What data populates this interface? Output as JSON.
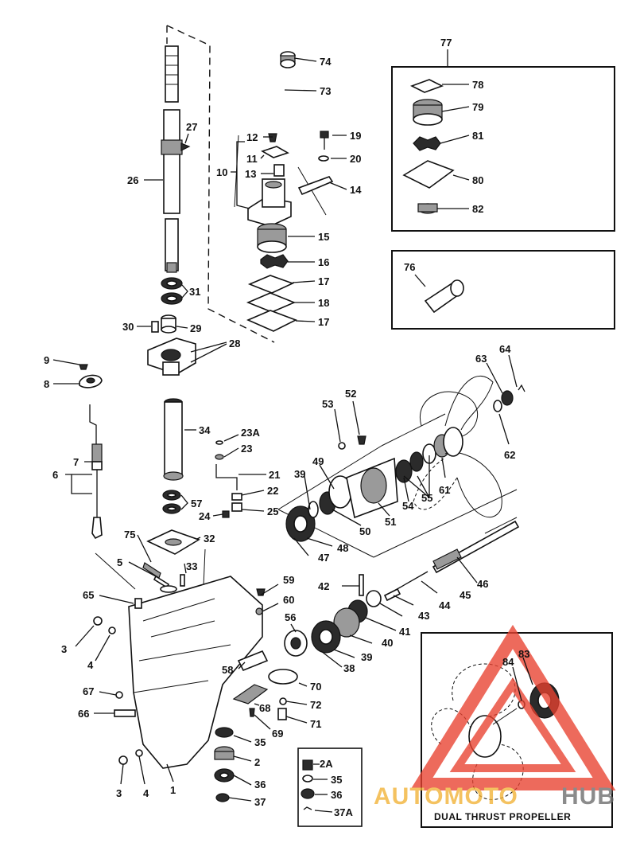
{
  "diagram": {
    "callouts": {
      "c74": "74",
      "c73": "73",
      "c27": "27",
      "c26": "26",
      "c12": "12",
      "c11": "11",
      "c10": "10",
      "c13": "13",
      "c19": "19",
      "c20": "20",
      "c14": "14",
      "c15": "15",
      "c16": "16",
      "c17a": "17",
      "c18": "18",
      "c17b": "17",
      "c31": "31",
      "c30": "30",
      "c29": "29",
      "c28": "28",
      "c9": "9",
      "c8": "8",
      "c34": "34",
      "c23a": "23A",
      "c23": "23",
      "c21": "21",
      "c22": "22",
      "c25": "25",
      "c24": "24",
      "c7": "7",
      "c6": "6",
      "c57": "57",
      "c32": "32",
      "c75": "75",
      "c5": "5",
      "c33": "33",
      "c65": "65",
      "c59": "59",
      "c60": "60",
      "c56": "56",
      "c3a": "3",
      "c4a": "4",
      "c58": "58",
      "c67": "67",
      "c66": "66",
      "c68": "68",
      "c70": "70",
      "c72": "72",
      "c71": "71",
      "c69": "69",
      "c35a": "35",
      "c2": "2",
      "c36a": "36",
      "c37": "37",
      "c3b": "3",
      "c4b": "4",
      "c1": "1",
      "c77": "77",
      "c78": "78",
      "c79": "79",
      "c81": "81",
      "c80": "80",
      "c82": "82",
      "c76": "76",
      "c63": "63",
      "c64": "64",
      "c62": "62",
      "c53": "53",
      "c52": "52",
      "c39a": "39",
      "c49": "49",
      "c55": "55",
      "c61": "61",
      "c54": "54",
      "c51": "51",
      "c50": "50",
      "c48": "48",
      "c47": "47",
      "c46": "46",
      "c42": "42",
      "c45": "45",
      "c44": "44",
      "c43": "43",
      "c41": "41",
      "c40": "40",
      "c39b": "39",
      "c38": "38",
      "c84": "84",
      "c83": "83",
      "c2a": "2A",
      "c35b": "35",
      "c36b": "36",
      "c37a": "37A"
    },
    "inset_caption": "DUAL THRUST PROPELLER",
    "watermark": {
      "text_a": "AUTOMOTO",
      "text_b": "HUB",
      "color_red": "#e8412f",
      "color_orange": "#f2b134",
      "color_gray": "#6b6b6b"
    }
  }
}
